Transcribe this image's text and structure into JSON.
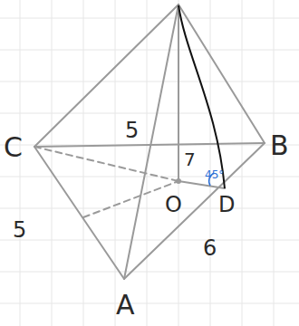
{
  "diagram": {
    "labels": [
      "5",
      "C",
      "B",
      "7",
      "45°",
      "O",
      "D",
      "5",
      "6",
      "A"
    ]
  }
}
